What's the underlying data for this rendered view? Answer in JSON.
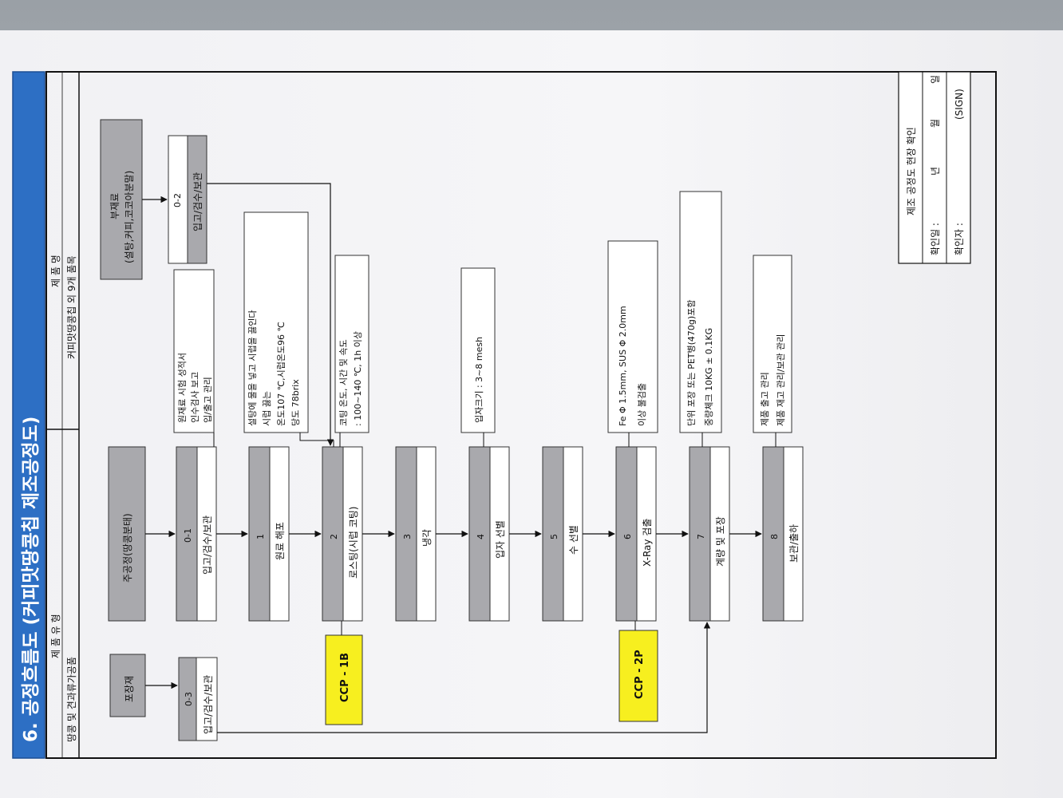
{
  "header": {
    "title": "6. 공정흐름도 (커피맛땅콩칩 제조공정도)",
    "product_type_label": "제 품 유 형",
    "product_type_value": "땅콩 및 견과류가공품",
    "product_name_label": "제 품 명",
    "product_name_value": "커피맛땅콩칩 외 9개 품목"
  },
  "inputs": {
    "packaging": "포장재",
    "main_process": "주공정(땅콩분태)",
    "sub_material_line1": "부재료",
    "sub_material_line2": "(설탕,커피,코코아분말)"
  },
  "steps": [
    {
      "code": "0-3",
      "name": "입고/검수/보관"
    },
    {
      "code": "0-1",
      "name": "입고/검수/보관"
    },
    {
      "code": "0-2",
      "name": "입고/검수/보관"
    },
    {
      "code": "1",
      "name": "원료 해포"
    },
    {
      "code": "2",
      "name": "로스팅(시럽 코팅)"
    },
    {
      "code": "3",
      "name": "냉각"
    },
    {
      "code": "4",
      "name": "입자 선별"
    },
    {
      "code": "5",
      "name": "수 선별"
    },
    {
      "code": "6",
      "name": "X-Ray 검출"
    },
    {
      "code": "7",
      "name": "계량 및 포장"
    },
    {
      "code": "8",
      "name": "보관/출하"
    }
  ],
  "ccp": {
    "ccp_1b": "CCP - 1B",
    "ccp_2p": "CCP - 2P"
  },
  "notes": {
    "receiving": [
      "원재료 시험 성적서",
      "인수검사 보고",
      "입/출고 관리"
    ],
    "syrup": [
      "설탕에 물을 넣고 시럽을 끓인다",
      "시럽 끓는",
      "온도107 ℃,시럽온도96 ℃",
      "당도 78brix"
    ],
    "roasting": [
      "코팅 온도, 시간 및 속도",
      ": 100~140 ℃, 1h 이상"
    ],
    "sieving": [
      "입자크기 : 3~8 mesh"
    ],
    "xray": [
      "Fe Φ 1.5mm, SUS Φ 2.0mm",
      "이상 불검출"
    ],
    "packing": [
      "단위 포장 또는 PET병(470g)포함",
      "중량체크 10KG ± 0.1KG"
    ],
    "storage": [
      "제품 출고 관리",
      "제품 재고 관리/보관 관리"
    ]
  },
  "signoff": {
    "title": "제조 공정도 현장 확인",
    "date_label": "확인일 :",
    "year": "년",
    "month": "월",
    "day": "일",
    "confirmer_label": "확인자 :",
    "sign": "(SIGN)"
  },
  "colors": {
    "header_blue": "#2d6fc4",
    "step_gray": "#a9a9ad",
    "ccp_yellow": "#f7ef1f"
  }
}
